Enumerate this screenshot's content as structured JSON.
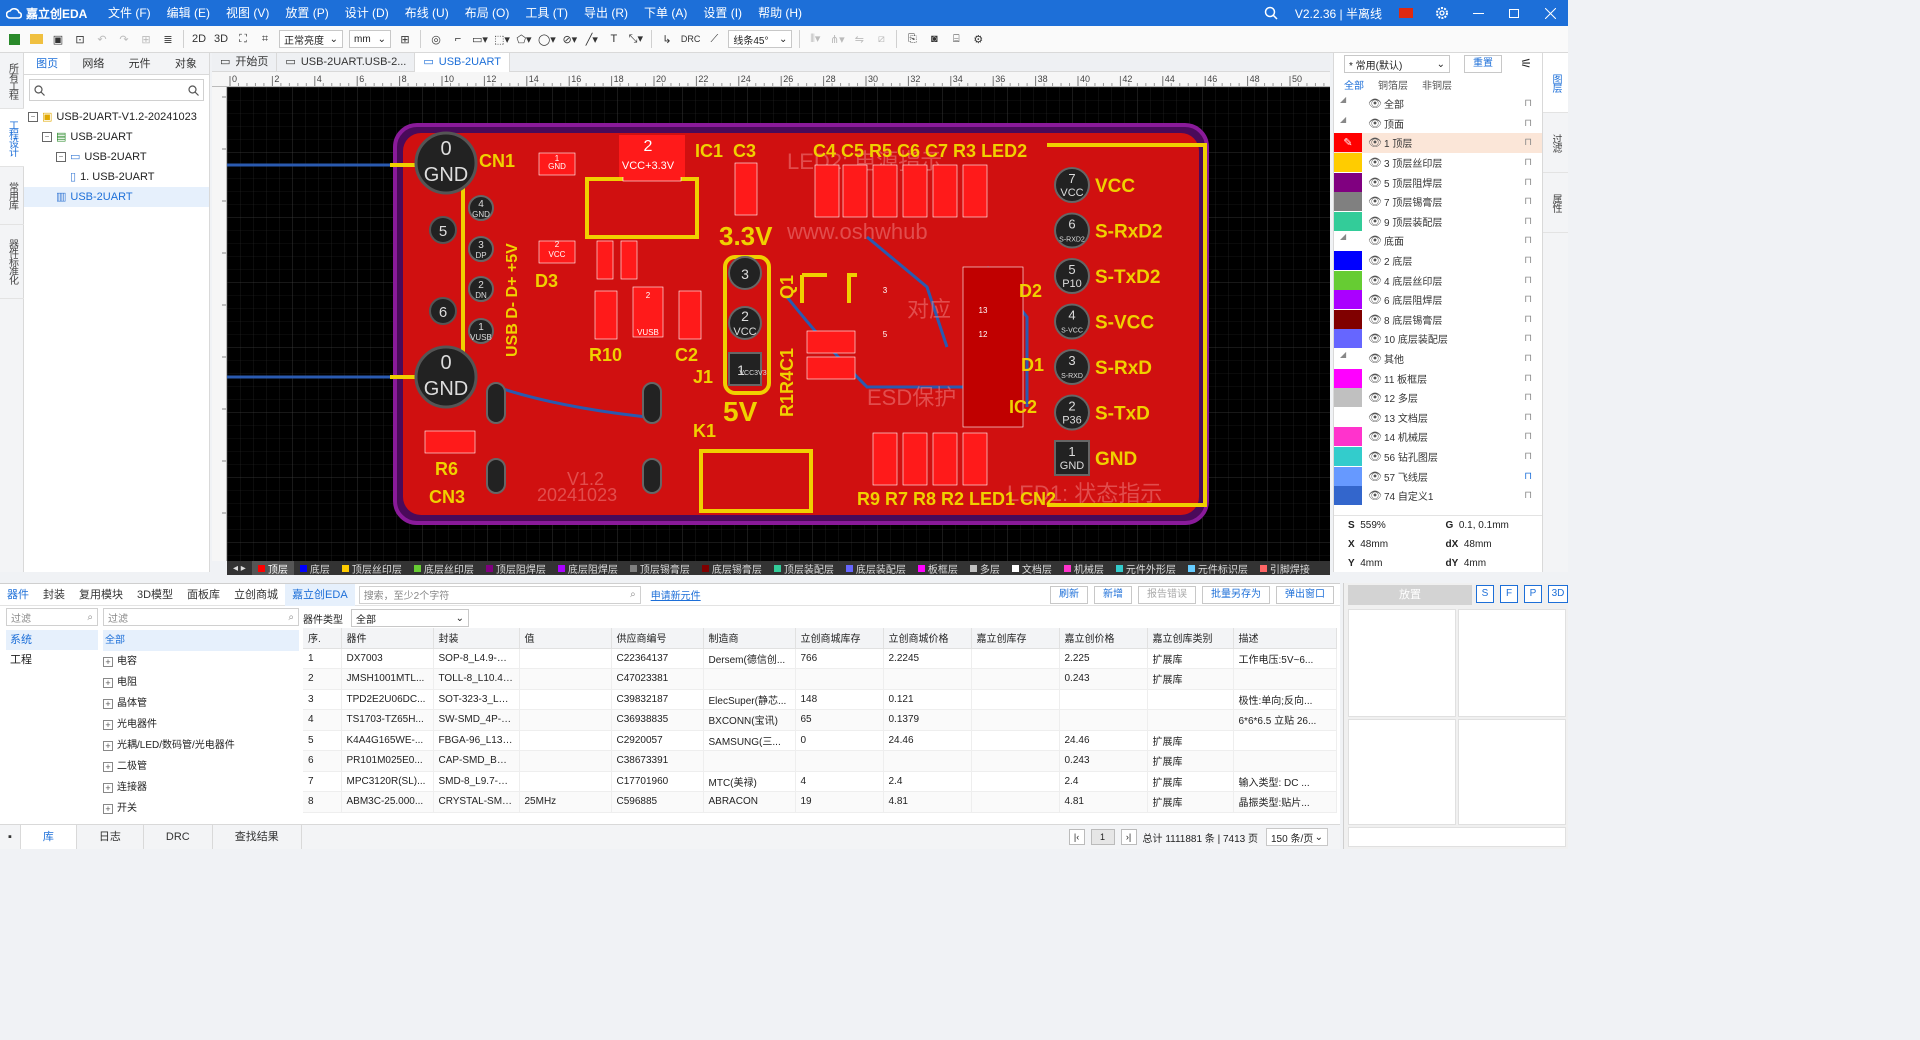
{
  "titlebar": {
    "app_name": "嘉立创EDA",
    "menus": [
      "文件 (F)",
      "编辑 (E)",
      "视图 (V)",
      "放置 (P)",
      "设计 (D)",
      "布线 (U)",
      "布局 (O)",
      "工具 (T)",
      "导出 (R)",
      "下单 (A)",
      "设置 (I)",
      "帮助 (H)"
    ],
    "version": "V2.2.36 | 半离线"
  },
  "toolbar": {
    "view_2d": "2D",
    "view_3d": "3D",
    "brightness": "正常亮度",
    "unit": "mm",
    "drc": "DRC",
    "route_angle": "线条45°"
  },
  "leftrail": {
    "tabs": [
      "所有工程",
      "工程设计",
      "常用库",
      "器件标准化"
    ]
  },
  "project": {
    "tabs": [
      "图页",
      "网络",
      "元件",
      "对象"
    ],
    "tree": [
      {
        "label": "USB-2UART-V1.2-20241023",
        "level": 0
      },
      {
        "label": "USB-2UART",
        "level": 1
      },
      {
        "label": "USB-2UART",
        "level": 2
      },
      {
        "label": "1. USB-2UART",
        "level": 3
      },
      {
        "label": "USB-2UART",
        "level": 2
      }
    ]
  },
  "doctabs": [
    "开始页",
    "USB-2UART.USB-2...",
    "USB-2UART"
  ],
  "ruler": {
    "top": [
      "0",
      "2",
      "4",
      "6",
      "8",
      "10",
      "12",
      "14",
      "16",
      "18",
      "20",
      "22",
      "24",
      "26",
      "28",
      "30",
      "32",
      "34",
      "36",
      "38",
      "40",
      "42",
      "44",
      "46",
      "48",
      "50"
    ]
  },
  "pcb": {
    "connector_labels": [
      "VCC",
      "S-RxD2",
      "S-TxD2",
      "S-VCC",
      "S-RxD",
      "S-TxD",
      "GND"
    ],
    "pin_nums": [
      "7",
      "6",
      "5",
      "4",
      "3",
      "2",
      "1"
    ],
    "pin_tags": [
      "VCC",
      "S-RXD2",
      "P10",
      "S-VCC",
      "S-RXD",
      "P36",
      "GND"
    ],
    "ref_top": "C4 C5 R5 C6 C7 R3 LED2",
    "ref_bottom": "R9 R7 R8 R2 LED1 CN2",
    "ref_misc": [
      "CN1",
      "IC1",
      "C3",
      "D3",
      "R10",
      "C2",
      "J1",
      "Q1",
      "R1R4C1",
      "D2",
      "D1",
      "IC2",
      "K1",
      "R6",
      "CN3",
      "3.3V",
      "5V",
      "USB D- D+ +5V"
    ],
    "big_pads": [
      "0",
      "GND",
      "0",
      "GND",
      "2",
      "VCC+3.3V",
      "1",
      "GND",
      "2",
      "VCC",
      "2",
      "VUSB"
    ],
    "left_pins": [
      "4",
      "GND",
      "3",
      "DP",
      "2",
      "DN",
      "1",
      "VUSB"
    ],
    "round_pads": [
      "5",
      "6"
    ],
    "jumper": [
      "3",
      "2",
      "VCC",
      "1",
      "VCC3V3"
    ],
    "silk_text": [
      "V1.2",
      "20241023",
      "LED2: 电源指示",
      "LED1: 状态指示"
    ],
    "nets": [
      "3",
      "5",
      "13",
      "12"
    ]
  },
  "layerstrip": [
    {
      "name": "顶层",
      "color": "#ff0000",
      "active": true
    },
    {
      "name": "底层",
      "color": "#0000ff"
    },
    {
      "name": "顶层丝印层",
      "color": "#ffcc00"
    },
    {
      "name": "底层丝印层",
      "color": "#66cc33"
    },
    {
      "name": "顶层阻焊层",
      "color": "#800080"
    },
    {
      "name": "底层阻焊层",
      "color": "#aa00ff"
    },
    {
      "name": "顶层锡膏层",
      "color": "#808080"
    },
    {
      "name": "底层锡膏层",
      "color": "#800000"
    },
    {
      "name": "顶层装配层",
      "color": "#33cc99"
    },
    {
      "name": "底层装配层",
      "color": "#6666ff"
    },
    {
      "name": "板框层",
      "color": "#ff00ff"
    },
    {
      "name": "多层",
      "color": "#c0c0c0"
    },
    {
      "name": "文档层",
      "color": "#ffffff"
    },
    {
      "name": "机械层",
      "color": "#ff33cc"
    },
    {
      "name": "元件外形层",
      "color": "#33cccc"
    },
    {
      "name": "元件标识层",
      "color": "#66ccff"
    },
    {
      "name": "引脚焊接",
      "color": "#ff6666"
    }
  ],
  "layers": {
    "preset": "* 常用(默认)",
    "reset": "重置",
    "tabs": [
      "全部",
      "铜箔层",
      "非铜层"
    ],
    "rows": [
      {
        "label": "全部",
        "group": true,
        "color": ""
      },
      {
        "label": "顶面",
        "group": true,
        "color": ""
      },
      {
        "label": "1 顶层",
        "color": "#ff0000",
        "selected": true
      },
      {
        "label": "3 顶层丝印层",
        "color": "#ffcc00"
      },
      {
        "label": "5 顶层阻焊层",
        "color": "#800080"
      },
      {
        "label": "7 顶层锡膏层",
        "color": "#808080"
      },
      {
        "label": "9 顶层装配层",
        "color": "#33cc99"
      },
      {
        "label": "底面",
        "group": true,
        "color": ""
      },
      {
        "label": "2 底层",
        "color": "#0000ff"
      },
      {
        "label": "4 底层丝印层",
        "color": "#66cc33"
      },
      {
        "label": "6 底层阻焊层",
        "color": "#aa00ff"
      },
      {
        "label": "8 底层锡膏层",
        "color": "#800000"
      },
      {
        "label": "10 底层装配层",
        "color": "#6666ff"
      },
      {
        "label": "其他",
        "group": true,
        "color": ""
      },
      {
        "label": "11 板框层",
        "color": "#ff00ff"
      },
      {
        "label": "12 多层",
        "color": "#c0c0c0"
      },
      {
        "label": "13 文档层",
        "color": "#ffffff"
      },
      {
        "label": "14 机械层",
        "color": "#ff33cc"
      },
      {
        "label": "56 钻孔图层",
        "color": "#33cccc"
      },
      {
        "label": "57 飞线层",
        "color": "#6699ff"
      },
      {
        "label": "74 自定义1",
        "color": "#3366cc"
      }
    ],
    "coords": {
      "s_label": "S",
      "s_val": "559%",
      "g_label": "G",
      "g_val": "0.1, 0.1mm",
      "x_label": "X",
      "x_val": "48mm",
      "dx_label": "dX",
      "dx_val": "48mm",
      "y_label": "Y",
      "y_val": "4mm",
      "dy_label": "dY",
      "dy_val": "4mm"
    }
  },
  "rightrail": {
    "tabs": [
      "图层",
      "过滤",
      "属性"
    ]
  },
  "library": {
    "tabs": [
      "器件",
      "封装",
      "复用模块",
      "3D模型",
      "面板库",
      "立创商城",
      "嘉立创EDA"
    ],
    "search_placeholder": "搜索，至少2个字符",
    "new_component": "申请新元件",
    "buttons": [
      "刷新",
      "新增",
      "报告错误",
      "批量另存为",
      "弹出窗口"
    ],
    "filter_placeholder": "过滤",
    "sources": [
      "系统",
      "工程"
    ],
    "categories": [
      "全部",
      "电容",
      "电阻",
      "晶体管",
      "光电器件",
      "光耦/LED/数码管/光电器件",
      "二极管",
      "连接器",
      "开关"
    ],
    "type_label": "器件类型",
    "type_value": "全部",
    "columns": [
      "序.",
      "器件",
      "封装",
      "值",
      "供应商编号",
      "制造商",
      "立创商城库存",
      "立创商城价格",
      "嘉立创库存",
      "嘉立创价格",
      "嘉立创库类别",
      "描述"
    ],
    "rows": [
      [
        "1",
        "DX7003",
        "SOP-8_L4.9-W...",
        "",
        "C22364137",
        "Dersem(德信创...",
        "766",
        "2.2245",
        "",
        "2.225",
        "扩展库",
        "工作电压:5V~6..."
      ],
      [
        "2",
        "JMSH1001MTL...",
        "TOLL-8_L10.4-...",
        "",
        "C47023381",
        "",
        "",
        "",
        "",
        "0.243",
        "扩展库",
        ""
      ],
      [
        "3",
        "TPD2E2U06DC...",
        "SOT-323-3_L2....",
        "",
        "C39832187",
        "ElecSuper(静芯...",
        "148",
        "0.121",
        "",
        "",
        "",
        "极性:单向;反向..."
      ],
      [
        "4",
        "TS1703-TZ65H...",
        "SW-SMD_4P-L...",
        "",
        "C36938835",
        "BXCONN(宝讯)",
        "65",
        "0.1379",
        "",
        "",
        "",
        "6*6*6.5 立贴 26..."
      ],
      [
        "5",
        "K4A4G165WE-...",
        "FBGA-96_L13....",
        "",
        "C2920057",
        "SAMSUNG(三...",
        "0",
        "24.46",
        "",
        "24.46",
        "扩展库",
        ""
      ],
      [
        "6",
        "PR101M025E0...",
        "CAP-SMD_BD6....",
        "",
        "C38673391",
        "",
        "",
        "",
        "",
        "0.243",
        "扩展库",
        ""
      ],
      [
        "7",
        "MPC3120R(SL)...",
        "SMD-8_L9.7-W...",
        "",
        "C17701960",
        "MTC(美禄)",
        "4",
        "2.4",
        "",
        "2.4",
        "扩展库",
        "输入类型: DC ..."
      ],
      [
        "8",
        "ABM3C-25.000...",
        "CRYSTAL-SMD...",
        "25MHz",
        "C596885",
        "ABRACON",
        "19",
        "4.81",
        "",
        "4.81",
        "扩展库",
        "晶振类型:贴片..."
      ]
    ]
  },
  "statusbar": {
    "tabs": [
      "库",
      "日志",
      "DRC",
      "查找结果"
    ],
    "page": "1",
    "total": "总计 1111881 条 | 7413 页",
    "per_page": "150 条/页"
  },
  "place": {
    "button": "放置",
    "views": [
      "S",
      "F",
      "P",
      "3D"
    ]
  }
}
